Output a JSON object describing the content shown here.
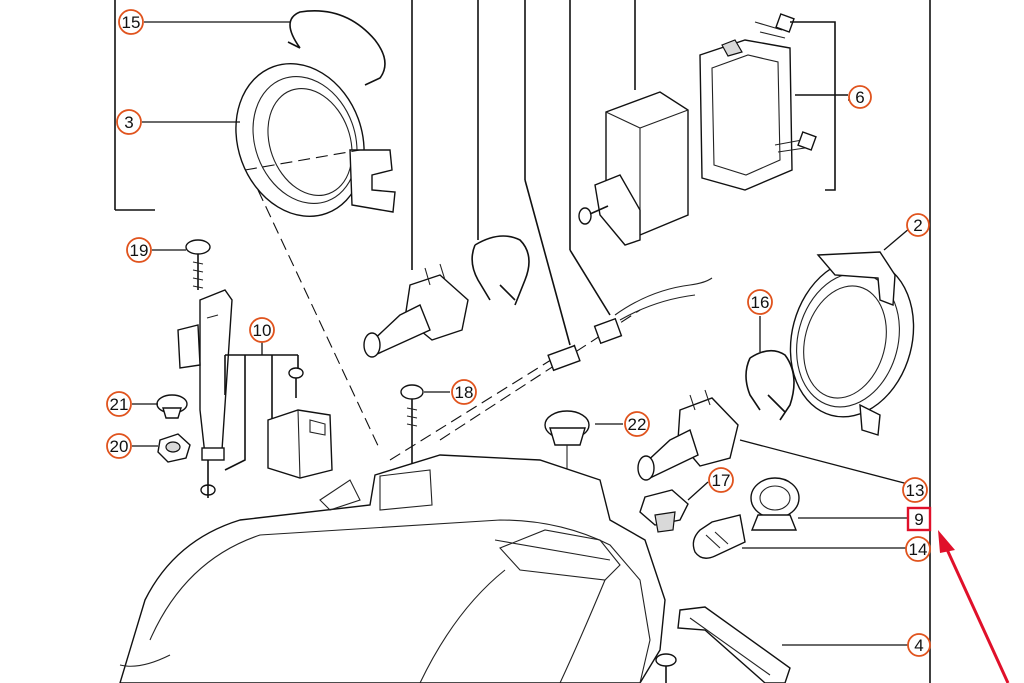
{
  "diagram": {
    "labels": [
      "15",
      "3",
      "19",
      "10",
      "21",
      "20",
      "18",
      "22",
      "17",
      "6",
      "2",
      "16",
      "13",
      "9",
      "14",
      "4"
    ],
    "highlighted_label": "9",
    "colors": {
      "circle": "#e0531d",
      "highlight": "#e0102a",
      "arrow": "#e0102a",
      "line": "#111111"
    }
  }
}
